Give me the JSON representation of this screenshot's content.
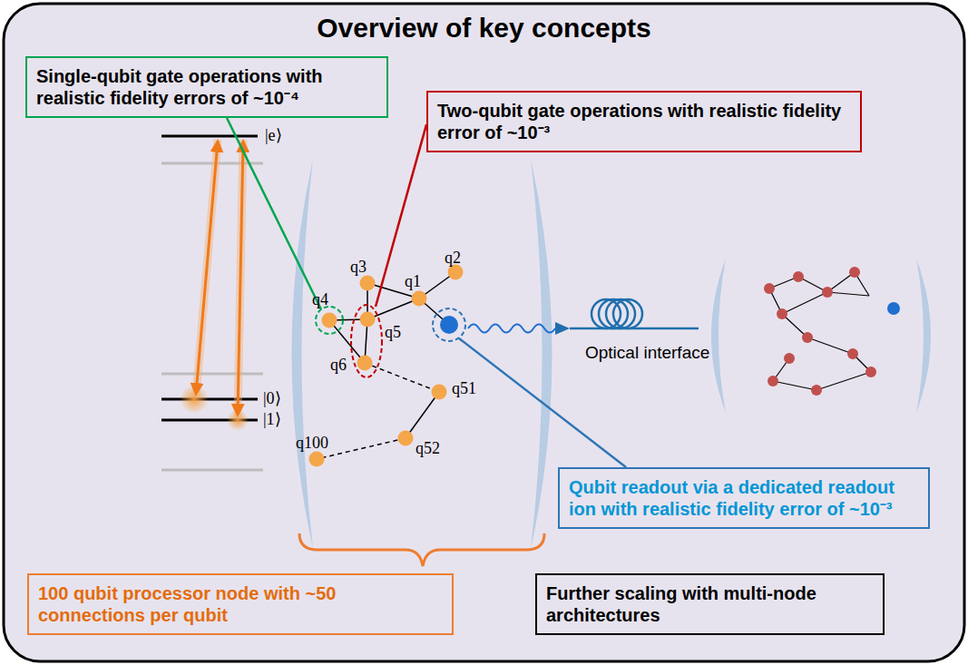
{
  "diagram": {
    "title": "Overview of key concepts",
    "nodes": [
      {
        "text": [
          "Single-qubit gate operations with realistic fidelity errors of ~10⁻⁴"
        ]
      },
      {
        "text": [
          "Two-qubit gate operations with realistic fidelity error of ~10⁻³"
        ]
      },
      {
        "text": [
          "Qubit readout via a dedicated readout ion with realistic fidelity error of ~10⁻³"
        ]
      },
      {
        "text": [
          "100 qubit processor node with ~50 connections per qubit"
        ]
      },
      {
        "text": [
          "Further scaling with multi-node architectures"
        ]
      }
    ],
    "labels": [
      "|e⟩",
      "|0⟩",
      "|1⟩",
      "q3",
      "q2",
      "q1",
      "q4",
      "q5",
      "q6",
      "q51",
      "q100",
      "q52",
      "Optical interface"
    ]
  }
}
